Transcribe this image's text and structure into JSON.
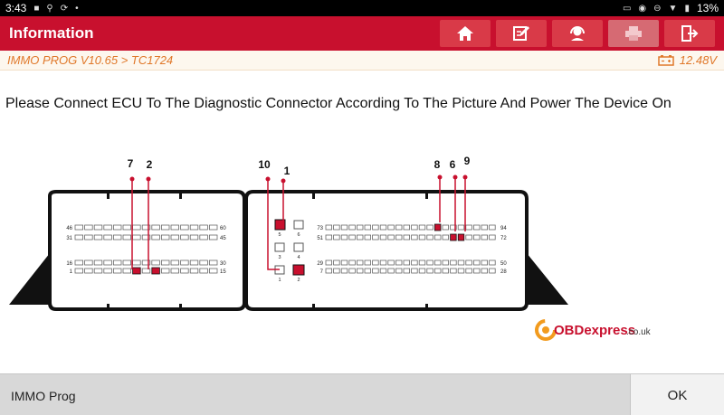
{
  "status_bar": {
    "time": "3:43",
    "battery": "13%"
  },
  "header": {
    "title": "Information",
    "buttons": [
      {
        "name": "home-button",
        "icon": "home-icon"
      },
      {
        "name": "edit-button",
        "icon": "edit-icon"
      },
      {
        "name": "support-button",
        "icon": "headset-icon"
      },
      {
        "name": "print-button",
        "icon": "printer-icon"
      },
      {
        "name": "exit-button",
        "icon": "exit-icon"
      }
    ]
  },
  "info_bar": {
    "path": "IMMO PROG V10.65 > TC1724",
    "voltage": "12.48V"
  },
  "main": {
    "message": "Please Connect ECU To The Diagnostic Connector According To The Picture And Power The Device On"
  },
  "diagram": {
    "callouts_left": [
      "7",
      "2"
    ],
    "callouts_middle": [
      "10",
      "1"
    ],
    "callouts_right": [
      "8",
      "6",
      "9"
    ],
    "left_pins": {
      "row1": [
        "46",
        "60"
      ],
      "row2": [
        "31",
        "45"
      ],
      "row3": [
        "16",
        "30"
      ],
      "row4": [
        "1",
        "15"
      ]
    },
    "middle_pins": [
      "5",
      "6",
      "3",
      "4",
      "1",
      "2"
    ],
    "right_pins": {
      "row1": [
        "73",
        "94"
      ],
      "row2": [
        "51",
        "72"
      ],
      "row3": [
        "29",
        "50"
      ],
      "row4": [
        "7",
        "28"
      ]
    },
    "watermark": {
      "text": "OBDexpress",
      "suffix": ".co.uk"
    }
  },
  "bottom_bar": {
    "mode": "IMMO Prog",
    "ok_label": "OK"
  },
  "colors": {
    "header": "#c8102e",
    "accent": "#e0782a",
    "pin_active": "#c8102e"
  }
}
